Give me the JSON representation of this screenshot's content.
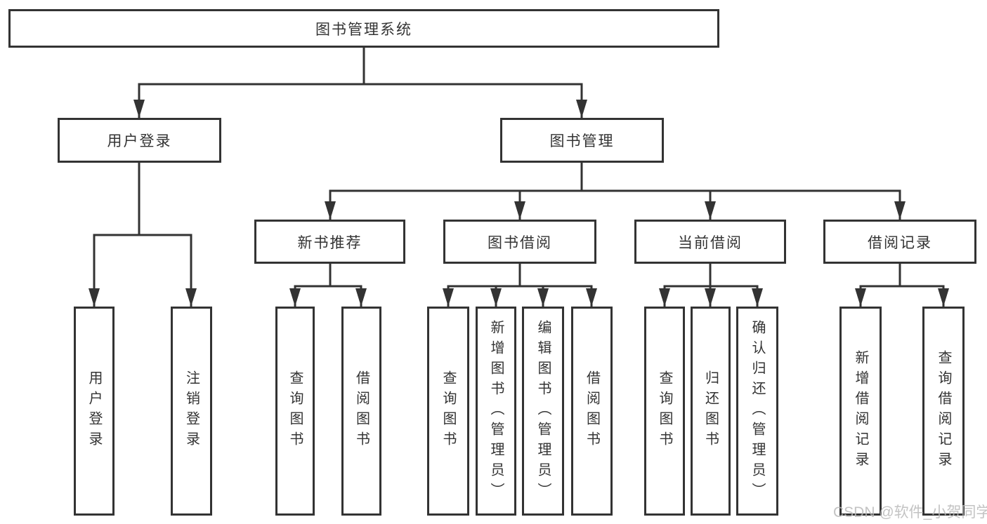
{
  "diagram": {
    "root": {
      "label": "图书管理系统",
      "children": [
        {
          "label": "用户登录",
          "children": [
            {
              "label": "用户登录"
            },
            {
              "label": "注销登录"
            }
          ]
        },
        {
          "label": "图书管理",
          "children": [
            {
              "label": "新书推荐",
              "children": [
                {
                  "label": "查询图书"
                },
                {
                  "label": "借阅图书"
                }
              ]
            },
            {
              "label": "图书借阅",
              "children": [
                {
                  "label": "查询图书"
                },
                {
                  "label": "新增图书（管理员）"
                },
                {
                  "label": "编辑图书（管理员）"
                },
                {
                  "label": "借阅图书"
                }
              ]
            },
            {
              "label": "当前借阅",
              "children": [
                {
                  "label": "查询图书"
                },
                {
                  "label": "归还图书"
                },
                {
                  "label": "确认归还（管理员）"
                }
              ]
            },
            {
              "label": "借阅记录",
              "children": [
                {
                  "label": "新增借阅记录"
                },
                {
                  "label": "查询借阅记录"
                }
              ]
            }
          ]
        }
      ]
    }
  },
  "watermark": {
    "text": "CSDN @软件_小贺同学"
  },
  "colors": {
    "line": "#333333",
    "box_fill": "#ffffff",
    "text": "#333333",
    "watermark": "#b9b9b9"
  }
}
